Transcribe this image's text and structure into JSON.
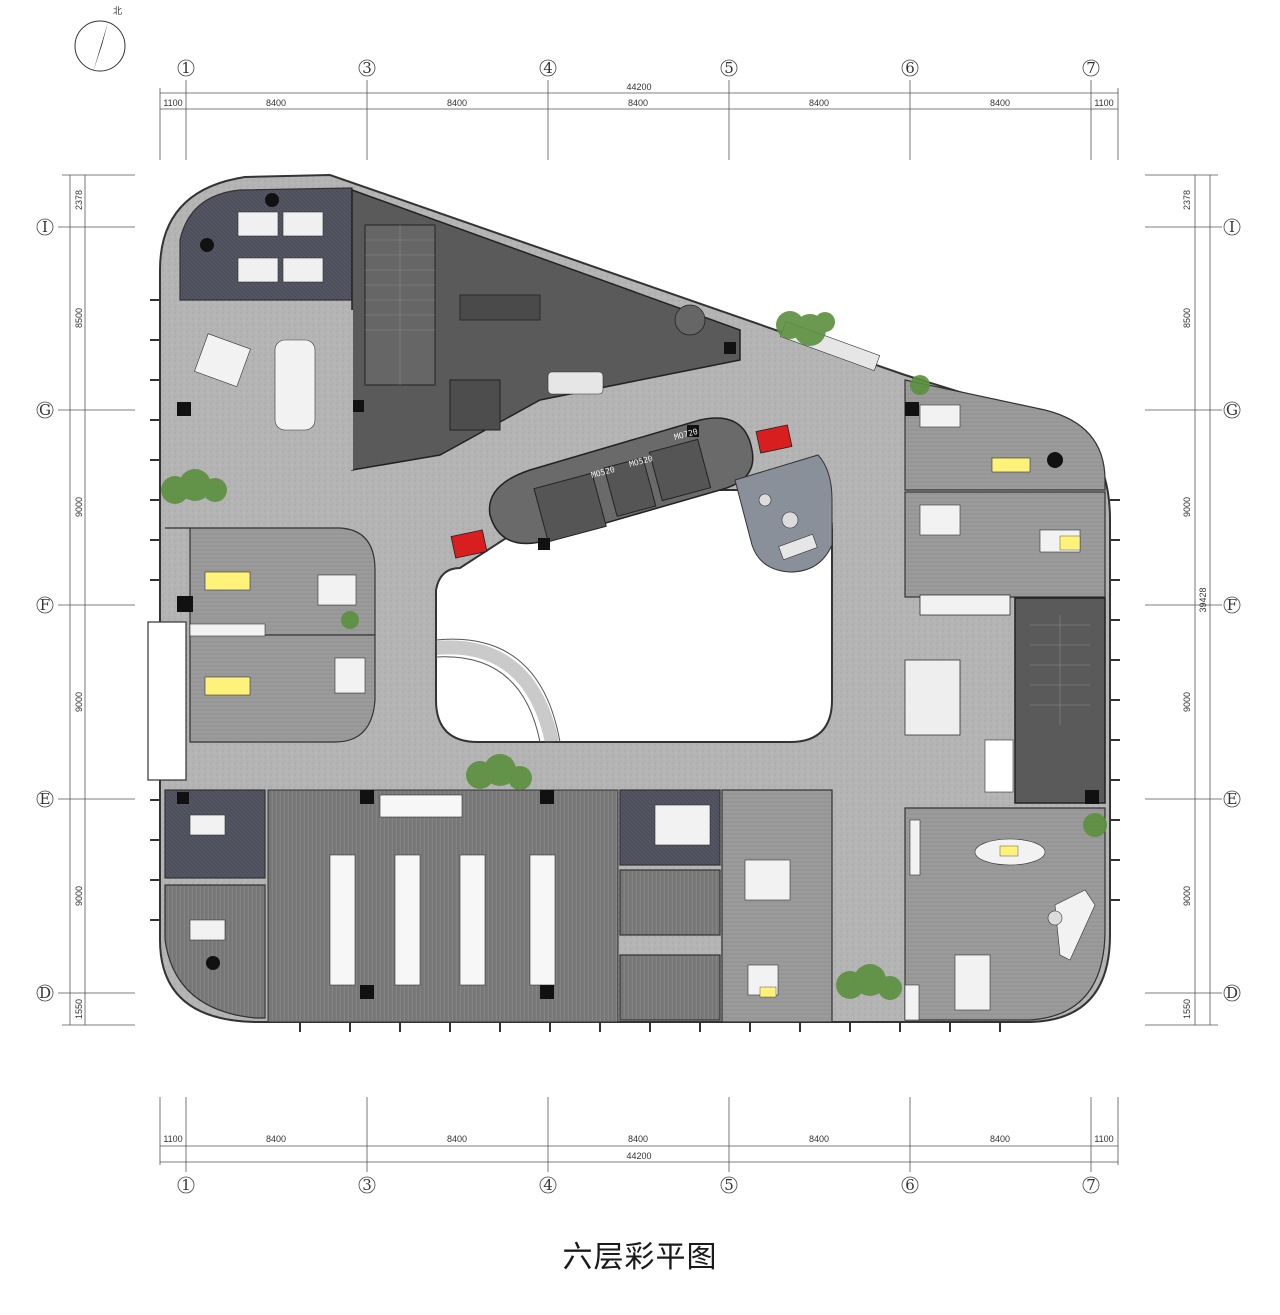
{
  "title": "六层彩平图",
  "north_mark": "北",
  "column_axes": [
    "1",
    "3",
    "4",
    "5",
    "6",
    "7"
  ],
  "row_axes": [
    "I",
    "G",
    "F",
    "E",
    "D"
  ],
  "top_dimensions": {
    "overall": "44200",
    "segments": [
      "1100",
      "8400",
      "8400",
      "8400",
      "8400",
      "8400",
      "1100"
    ]
  },
  "bottom_dimensions": {
    "overall": "44200",
    "segments": [
      "1100",
      "8400",
      "8400",
      "8400",
      "8400",
      "8400",
      "1100"
    ]
  },
  "side_dimensions": {
    "overall": "39428",
    "segments": [
      "2378",
      "8500",
      "9000",
      "9000",
      "9000",
      "1550"
    ]
  },
  "core_labels": [
    "MO520",
    "MO520",
    "MO720"
  ],
  "colors": {
    "corridor": "#b4b4b4",
    "core": "#595959",
    "office_floor": "#9c9c9c",
    "carpet": "#7e7e7e",
    "accent_red": "#d81e1e",
    "plant_green": "#5b8f3e",
    "desk_light": "#fff27a"
  }
}
